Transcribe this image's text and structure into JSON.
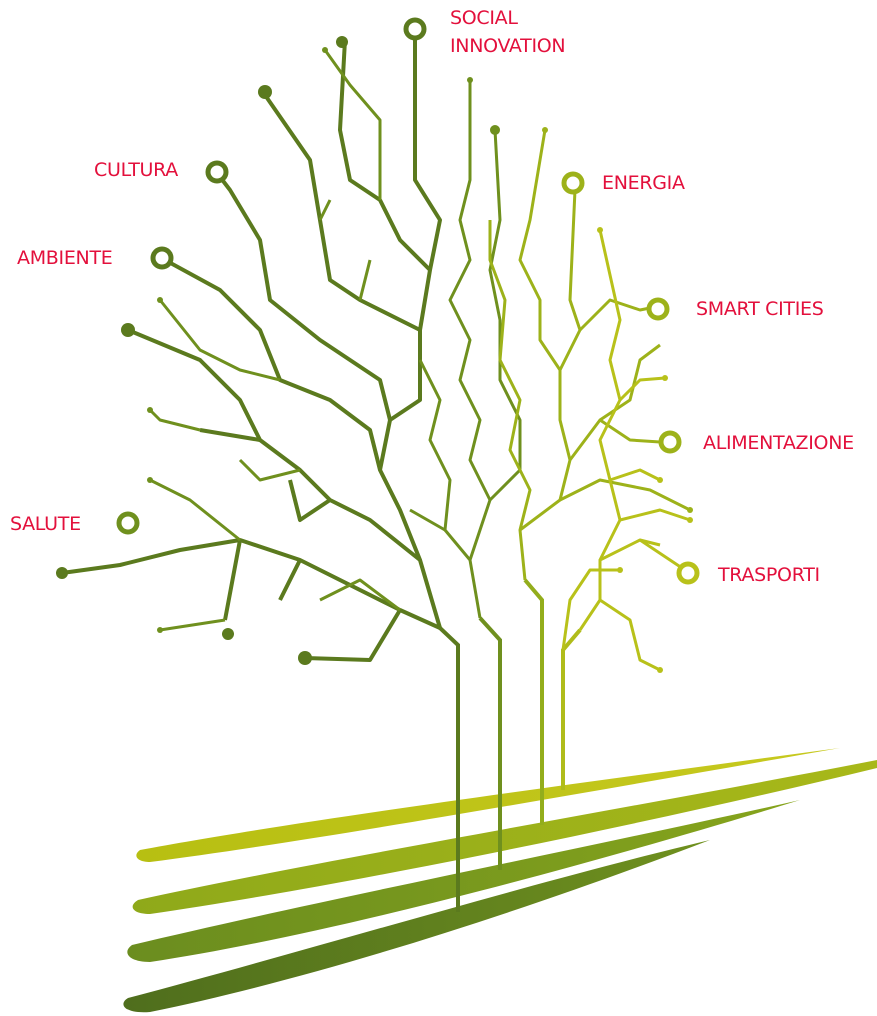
{
  "colors": {
    "label": "#e3103c",
    "trunk_dark": "#5b7a1e",
    "trunk_mid": "#7e9c1d",
    "trunk_light": "#9db21a",
    "trunk_pale": "#b8c11a"
  },
  "labels": {
    "social": "SOCIAL",
    "innovation": "INNOVATION",
    "cultura": "CULTURA",
    "energia": "ENERGIA",
    "ambiente": "AMBIENTE",
    "smart_cities": "SMART CITIES",
    "alimentazione": "ALIMENTAZIONE",
    "salute": "SALUTE",
    "trasporti": "TRASPORTI"
  }
}
